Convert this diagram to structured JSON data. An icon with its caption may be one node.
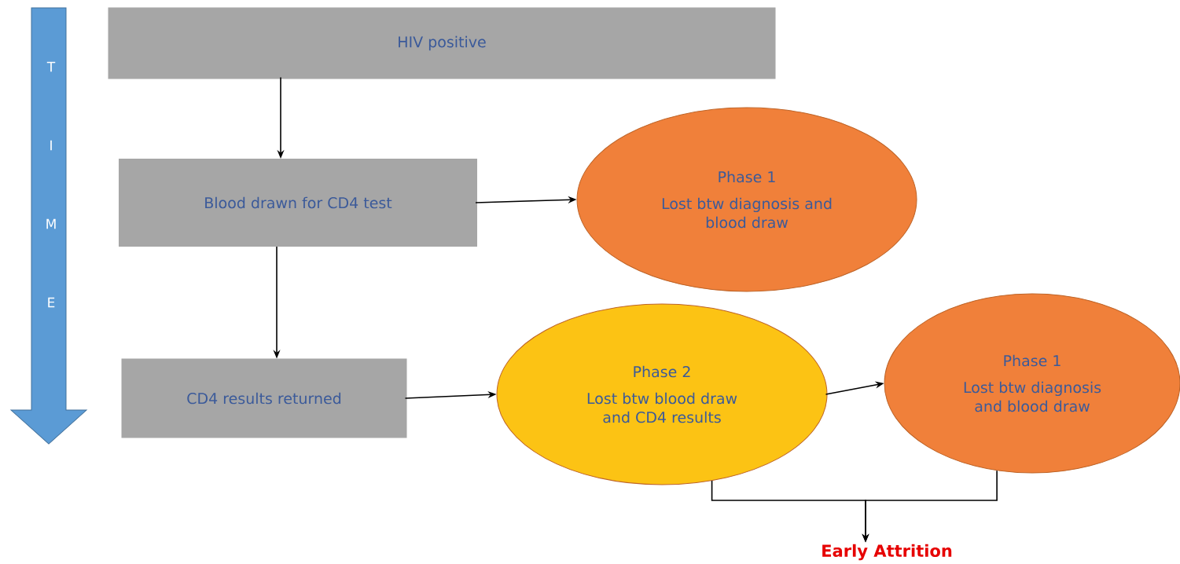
{
  "diagram": {
    "nodes": [
      {
        "text": [
          "HIV positive"
        ]
      },
      {
        "text": [
          "Blood drawn for CD4 test"
        ]
      },
      {
        "text": [
          "CD4 results returned"
        ]
      },
      {
        "text": [
          "Phase 1",
          "Lost btw diagnosis and blood draw"
        ]
      },
      {
        "text": [
          "Phase 2",
          "Lost btw blood draw and CD4 results"
        ]
      },
      {
        "text": [
          "Phase 1",
          "Lost btw diagnosis and blood draw"
        ]
      },
      {
        "text": [
          "Early Attrition"
        ]
      }
    ],
    "edges": [
      {
        "from": 0,
        "to": 1,
        "arrow": "to"
      },
      {
        "from": 1,
        "to": 2,
        "arrow": "to"
      },
      {
        "from": 1,
        "to": 3,
        "arrow": "to"
      },
      {
        "from": 2,
        "to": 4,
        "arrow": "to"
      },
      {
        "from": 4,
        "to": 5,
        "arrow": "to"
      },
      {
        "from": 4,
        "to": 6,
        "arrow": "to"
      },
      {
        "from": 5,
        "to": 6,
        "arrow": "to"
      }
    ],
    "labels": [
      "T",
      "I",
      "M",
      "E"
    ]
  }
}
